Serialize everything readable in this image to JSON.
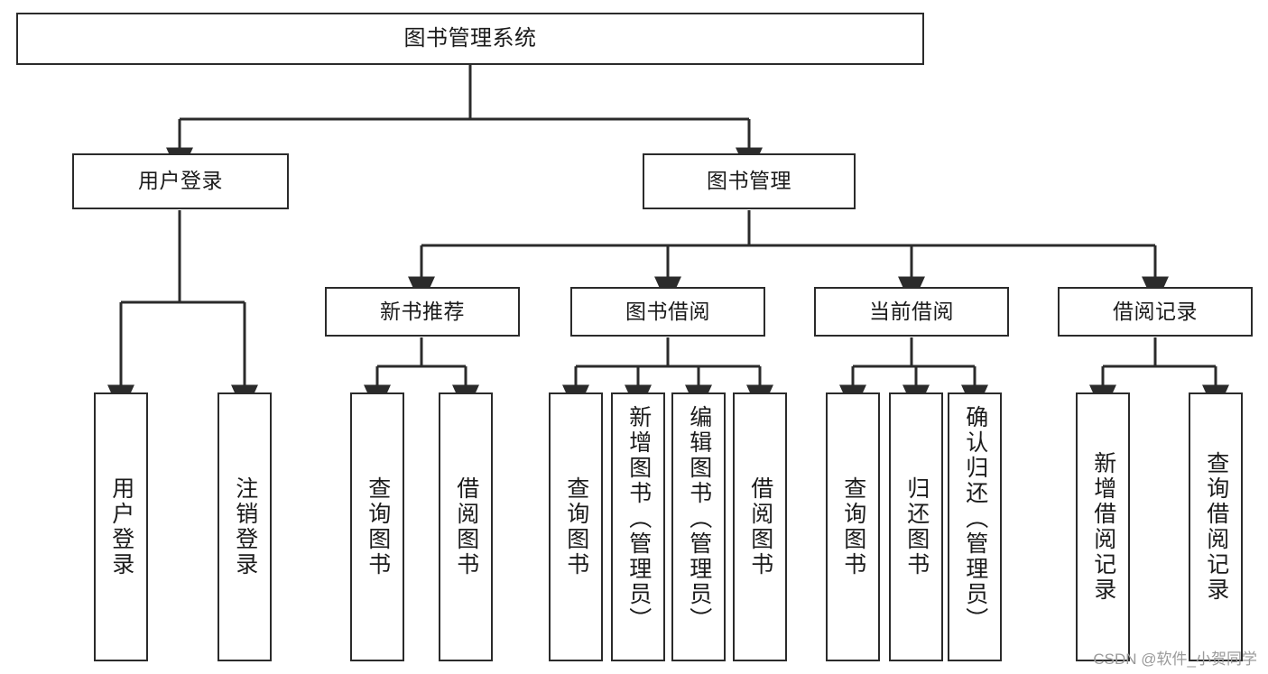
{
  "diagram": {
    "title": "图书管理系统",
    "type": "tree-hierarchy",
    "watermark": "CSDN @软件_小贺同学",
    "colors": {
      "background": "#ffffff",
      "box_border": "#2b2b2b",
      "box_fill": "#ffffff",
      "text": "#1b1b1b",
      "edge": "#2b2b2b",
      "watermark": "#9a9a9a"
    },
    "nodes": {
      "root": {
        "label": "图书管理系统"
      },
      "level2": [
        {
          "id": "user-login",
          "label": "用户登录"
        },
        {
          "id": "book-manage",
          "label": "图书管理"
        }
      ],
      "level3": [
        {
          "id": "new-book-recommend",
          "label": "新书推荐"
        },
        {
          "id": "book-borrow",
          "label": "图书借阅"
        },
        {
          "id": "current-borrow",
          "label": "当前借阅"
        },
        {
          "id": "borrow-record",
          "label": "借阅记录"
        }
      ],
      "leaves": {
        "user_login": [
          {
            "id": "leaf-user-login",
            "label": "用户登录"
          },
          {
            "id": "leaf-logout",
            "label": "注销登录"
          }
        ],
        "new_book_recommend": [
          {
            "id": "leaf-query-book-1",
            "label": "查询图书"
          },
          {
            "id": "leaf-borrow-book-1",
            "label": "借阅图书"
          }
        ],
        "book_borrow": [
          {
            "id": "leaf-query-book-2",
            "label": "查询图书"
          },
          {
            "id": "leaf-add-book",
            "label": "新增图书（管理员）"
          },
          {
            "id": "leaf-edit-book",
            "label": "编辑图书（管理员）"
          },
          {
            "id": "leaf-borrow-book-2",
            "label": "借阅图书"
          }
        ],
        "current_borrow": [
          {
            "id": "leaf-query-book-3",
            "label": "查询图书"
          },
          {
            "id": "leaf-return-book",
            "label": "归还图书"
          },
          {
            "id": "leaf-confirm-return",
            "label": "确认归还（管理员）"
          }
        ],
        "borrow_record": [
          {
            "id": "leaf-add-record",
            "label": "新增借阅记录"
          },
          {
            "id": "leaf-query-record",
            "label": "查询借阅记录"
          }
        ]
      }
    }
  }
}
